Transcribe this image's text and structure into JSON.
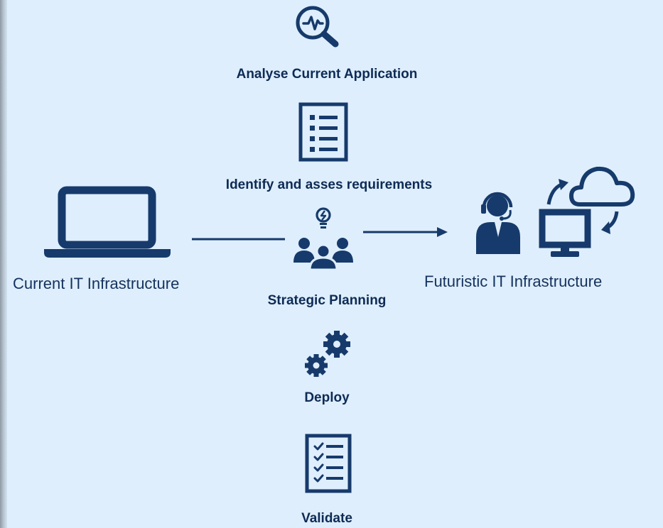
{
  "colors": {
    "icon": "#163a6b",
    "background": "#deeefc",
    "text": "#0e2b55"
  },
  "steps": [
    {
      "label": "Analyse Current Application",
      "icon": "magnifier-pulse-icon"
    },
    {
      "label": "Identify and asses requirements",
      "icon": "checklist-document-icon"
    },
    {
      "label": "Strategic Planning",
      "icon": "team-idea-icon"
    },
    {
      "label": "Deploy",
      "icon": "gears-icon"
    },
    {
      "label": "Validate",
      "icon": "validation-checklist-icon"
    }
  ],
  "current": {
    "label": "Current IT Infrastructure",
    "icon": "laptop-icon"
  },
  "future": {
    "label": "Futuristic IT Infrastructure",
    "icon": "support-cloud-monitor-icon"
  }
}
